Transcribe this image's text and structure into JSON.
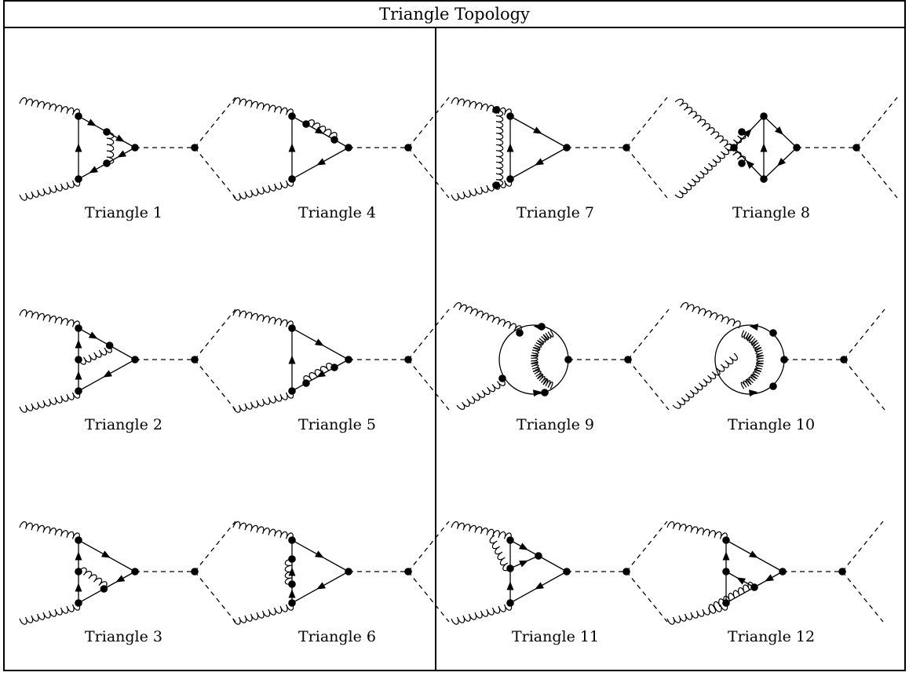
{
  "title": "Triangle Topology",
  "diagrams": [
    {
      "label": "Triangle 1",
      "topology": "triangle",
      "variant": 1
    },
    {
      "label": "Triangle 4",
      "topology": "triangle",
      "variant": 4
    },
    {
      "label": "Triangle 7",
      "topology": "triangle",
      "variant": 7
    },
    {
      "label": "Triangle 8",
      "topology": "triangle-crossed",
      "variant": 8
    },
    {
      "label": "Triangle 2",
      "topology": "triangle",
      "variant": 2
    },
    {
      "label": "Triangle 5",
      "topology": "triangle",
      "variant": 5
    },
    {
      "label": "Triangle 9",
      "topology": "circle",
      "variant": 9
    },
    {
      "label": "Triangle 10",
      "topology": "circle",
      "variant": 10
    },
    {
      "label": "Triangle 3",
      "topology": "triangle",
      "variant": 3
    },
    {
      "label": "Triangle 6",
      "topology": "triangle",
      "variant": 6
    },
    {
      "label": "Triangle 11",
      "topology": "triangle",
      "variant": 11
    },
    {
      "label": "Triangle 12",
      "topology": "triangle",
      "variant": 12
    }
  ]
}
